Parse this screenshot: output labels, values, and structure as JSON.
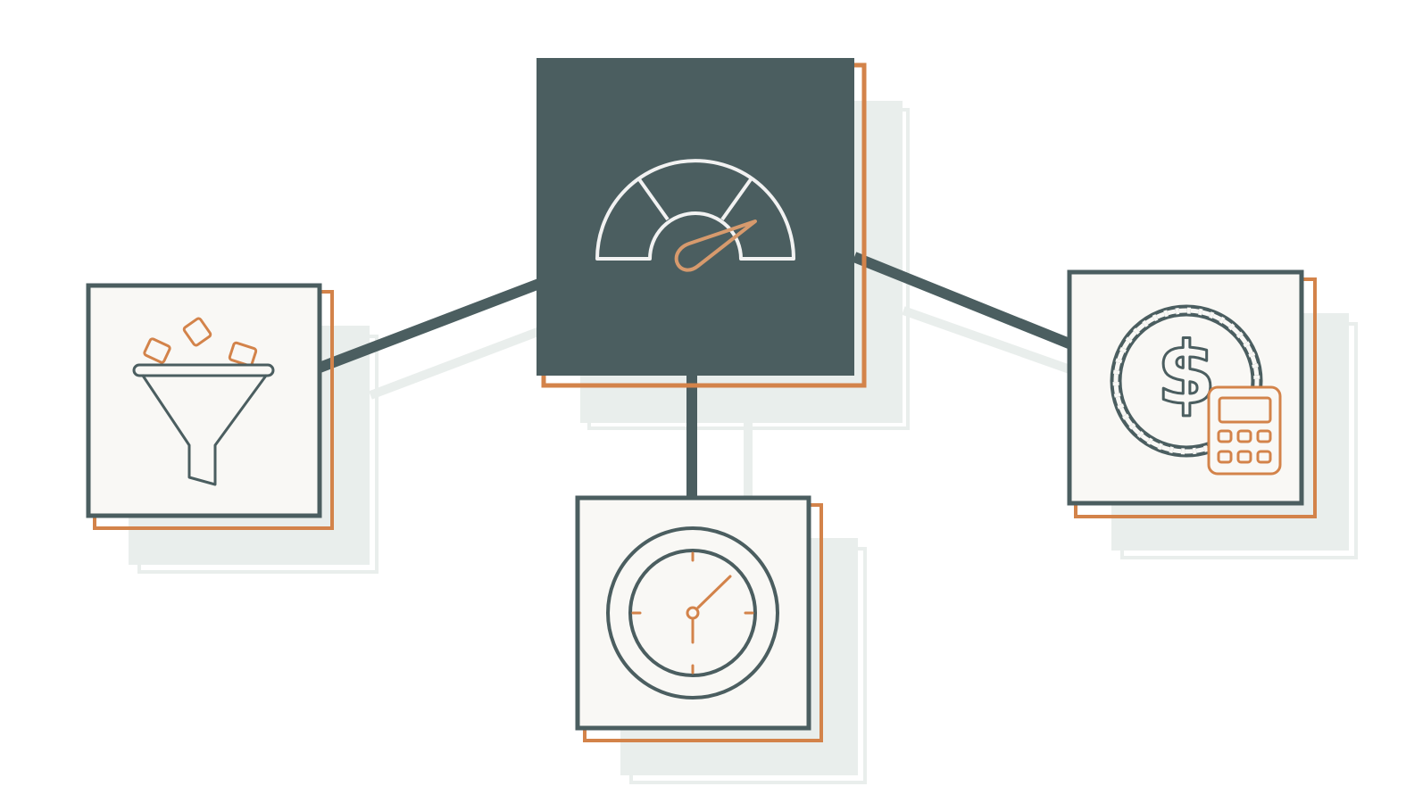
{
  "colors": {
    "dark": "#4b5e60",
    "accent": "#d3834a",
    "card_bg": "#f9f8f5",
    "shadow": "#e9eeec",
    "light_stroke": "#f2f2f2",
    "needle": "#d79a6d"
  },
  "nodes": [
    {
      "id": "center",
      "icon": "speedometer-icon"
    },
    {
      "id": "left",
      "icon": "funnel-icon"
    },
    {
      "id": "bottom",
      "icon": "clock-icon"
    },
    {
      "id": "right",
      "icon": "dollar-coin-calculator-icon"
    }
  ]
}
